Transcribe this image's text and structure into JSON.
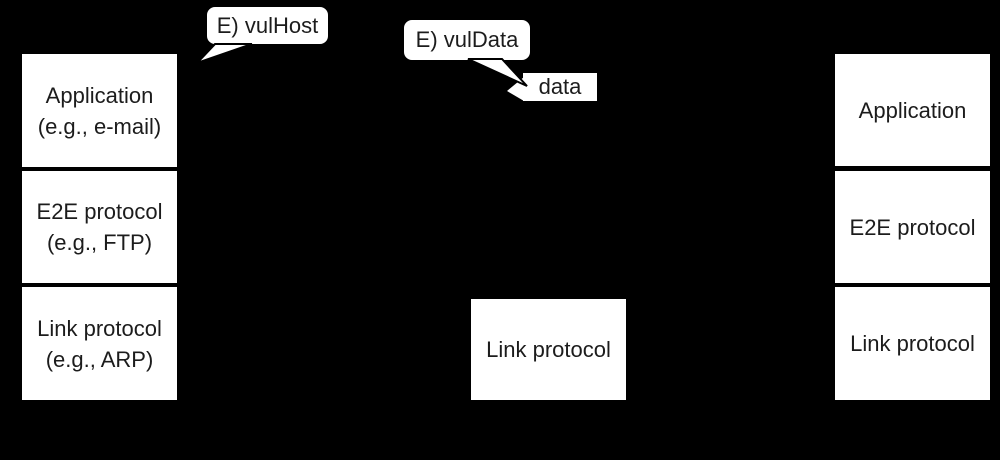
{
  "canvas": {
    "background_color": "#000000",
    "box_fill_color": "#ffffff",
    "text_color": "#1c1c1c"
  },
  "callouts": {
    "vulhost": {
      "label": "E) vulHost"
    },
    "vuldata": {
      "label": "E) vulData"
    }
  },
  "data_tag": {
    "label": "data"
  },
  "stacks": {
    "left": {
      "layers": [
        {
          "line1": "Application",
          "line2": "(e.g., e-mail)"
        },
        {
          "line1": "E2E protocol",
          "line2": "(e.g., FTP)"
        },
        {
          "line1": "Link protocol",
          "line2": "(e.g., ARP)"
        }
      ]
    },
    "middle": {
      "layers": [
        {
          "line1": "Link protocol"
        }
      ]
    },
    "right": {
      "layers": [
        {
          "line1": "Application"
        },
        {
          "line1": "E2E protocol"
        },
        {
          "line1": "Link protocol"
        }
      ]
    }
  }
}
